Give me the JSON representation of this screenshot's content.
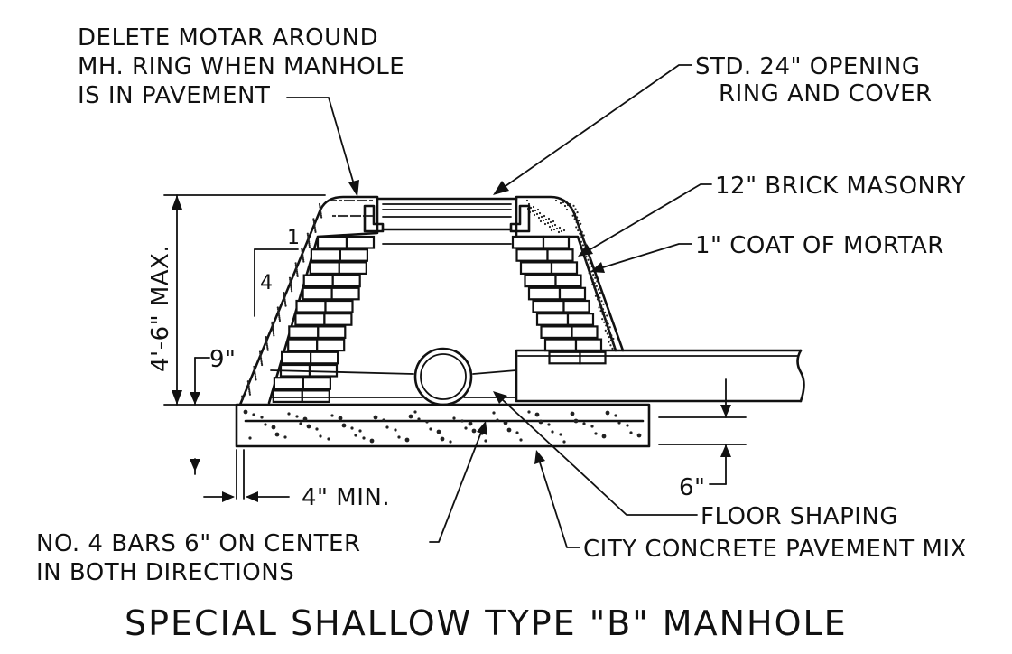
{
  "title": "SPECIAL SHALLOW TYPE \"B\" MANHOLE",
  "notes": {
    "delete_mortar": [
      "DELETE MOTAR AROUND",
      "MH. RING WHEN MANHOLE",
      "IS IN PAVEMENT"
    ],
    "opening": [
      "STD. 24\" OPENING",
      "RING AND COVER"
    ],
    "brick": "12\" BRICK MASONRY",
    "mortar_coat": "1\" COAT OF MORTAR",
    "floor": "FLOOR SHAPING",
    "concrete": "CITY CONCRETE PAVEMENT MIX",
    "bars": [
      "NO. 4 BARS 6\" ON CENTER",
      "IN BOTH DIRECTIONS"
    ]
  },
  "dimensions": {
    "height": "4'-6\" MAX.",
    "base_offset": "9\"",
    "slab_thickness": "6\"",
    "edge_min": "4\" MIN.",
    "slope_rise": "4",
    "slope_run": "1"
  },
  "colors": {
    "ink": "#111111",
    "background": "#ffffff"
  }
}
